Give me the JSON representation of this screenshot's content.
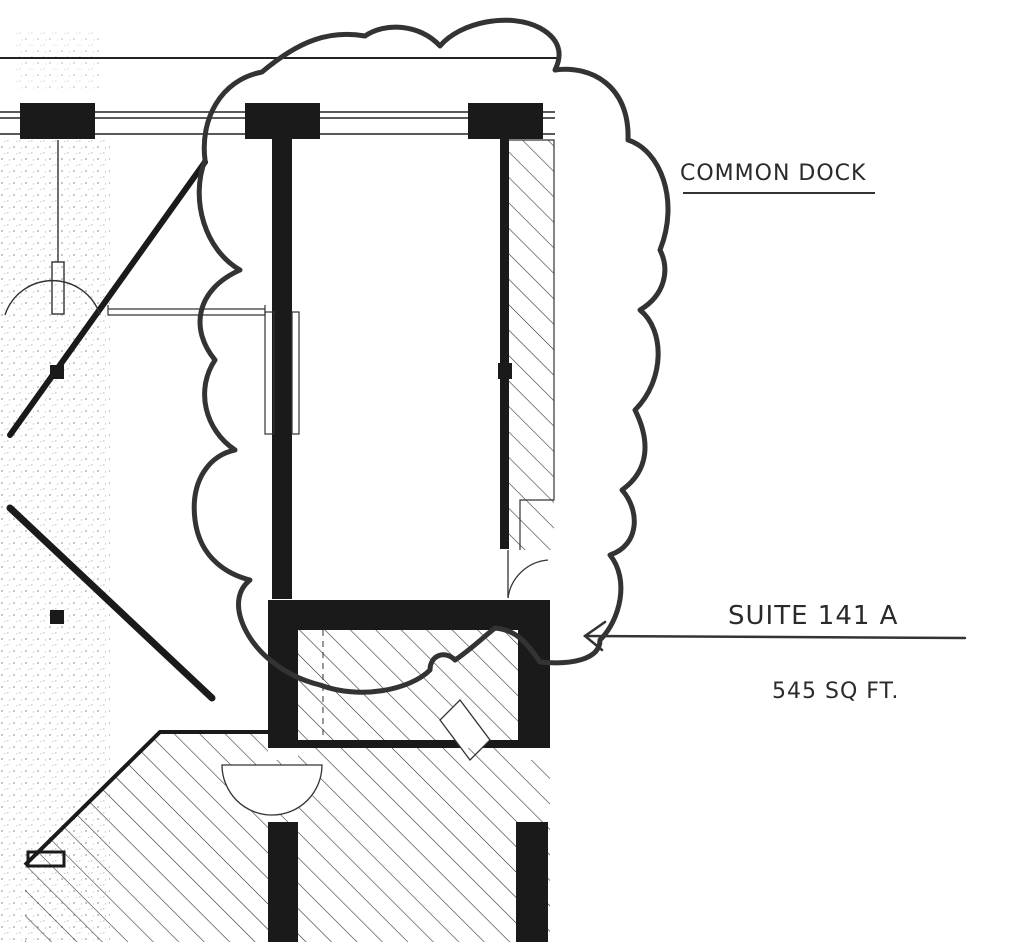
{
  "annotations": {
    "common_dock": "COMMON DOCK",
    "suite_name": "SUITE 141 A",
    "suite_area": "545 SQ FT."
  },
  "colors": {
    "ink": "#1a1a1a",
    "paper": "#ffffff",
    "marker": "#333333"
  }
}
